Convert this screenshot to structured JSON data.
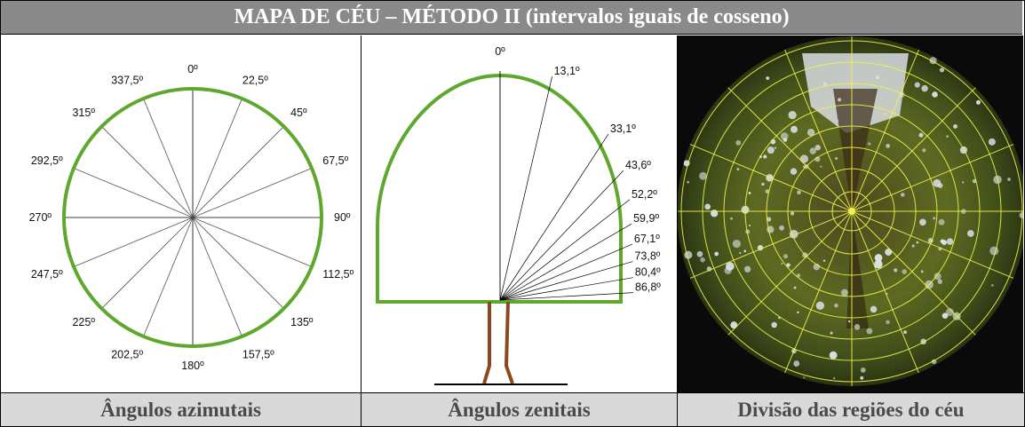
{
  "title": "MAPA DE CÉU – MÉTODO II (intervalos iguais de cosseno)",
  "captions": {
    "azimuth": "Ângulos azimutais",
    "zenith": "Ângulos zenitais",
    "sky": "Divisão das regiões do céu"
  },
  "azimuth_labels": [
    "0º",
    "22,5º",
    "45º",
    "67,5º",
    "90º",
    "112,5º",
    "135º",
    "157,5º",
    "180º",
    "202,5º",
    "225º",
    "247,5º",
    "270º",
    "292,5º",
    "315º",
    "337,5º"
  ],
  "zenith_labels": [
    "0º",
    "13,1º",
    "33,1º",
    "43,6º",
    "52,2º",
    "59,9º",
    "67,1º",
    "73,8º",
    "80,4º",
    "86,8º"
  ],
  "colors": {
    "header_bg": "#8a8a8a",
    "footer_bg": "#d9d9d9",
    "circle_stroke": "#5ea82e",
    "trunk": "#8a4a1c",
    "sky_grid": "#f2f24a"
  },
  "icons": {
    "azimuth": "azimuth-compass-diagram",
    "zenith": "zenith-tree-diagram",
    "sky": "fisheye-sky-photo"
  }
}
